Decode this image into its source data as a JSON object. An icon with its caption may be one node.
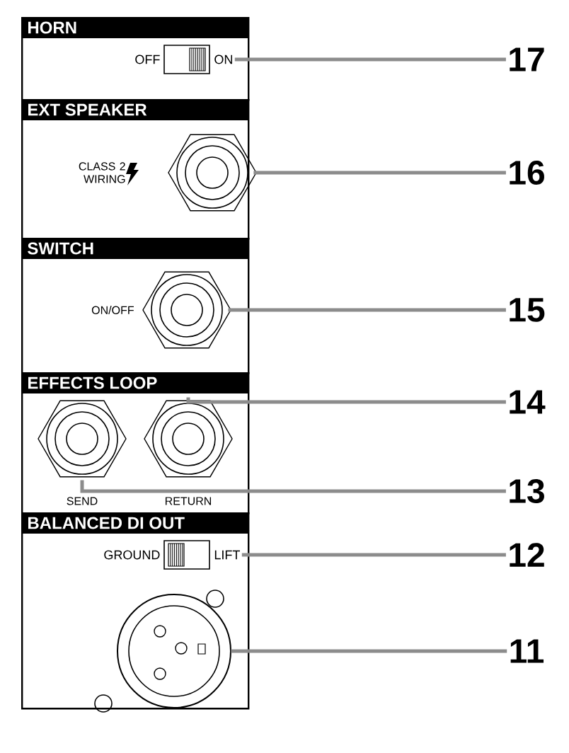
{
  "diagram": {
    "nodes": [
      {
        "text": [
          "HORN"
        ]
      },
      {
        "text": [
          "OFF",
          "ON"
        ],
        "in": 0
      },
      {
        "text": [
          "17"
        ]
      },
      {
        "text": [
          "EXT SPEAKER"
        ]
      },
      {
        "text": [],
        "shape": "circle",
        "in": 3,
        "beside": [
          "CLASS 2 WIRING"
        ]
      },
      {
        "text": [
          "16"
        ]
      },
      {
        "text": [
          "SWITCH"
        ]
      },
      {
        "text": [],
        "shape": "circle",
        "in": 6,
        "beside": [
          "ON/OFF"
        ]
      },
      {
        "text": [
          "15"
        ]
      },
      {
        "text": [
          "EFFECTS LOOP"
        ]
      },
      {
        "text": [],
        "shape": "circle",
        "in": 9,
        "beside": [
          "SEND"
        ]
      },
      {
        "text": [],
        "shape": "circle",
        "in": 9,
        "beside": [
          "RETURN"
        ]
      },
      {
        "text": [
          "14"
        ]
      },
      {
        "text": [
          "13"
        ]
      },
      {
        "text": [
          "BALANCED DI OUT"
        ]
      },
      {
        "text": [
          "GROUND",
          "LIFT"
        ],
        "in": 14
      },
      {
        "text": [
          "12"
        ]
      },
      {
        "text": [],
        "shape": "circle",
        "in": 14
      },
      {
        "text": [
          "11"
        ]
      }
    ],
    "edges": [
      {
        "from": 2,
        "to": 1,
        "arrow": "none"
      },
      {
        "from": 5,
        "to": 4,
        "arrow": "none"
      },
      {
        "from": 8,
        "to": 7,
        "arrow": "none"
      },
      {
        "from": 12,
        "to": 11,
        "arrow": "none"
      },
      {
        "from": 13,
        "to": 10,
        "arrow": "none"
      },
      {
        "from": 16,
        "to": 15,
        "arrow": "none"
      },
      {
        "from": 18,
        "to": 17,
        "arrow": "none"
      }
    ]
  }
}
